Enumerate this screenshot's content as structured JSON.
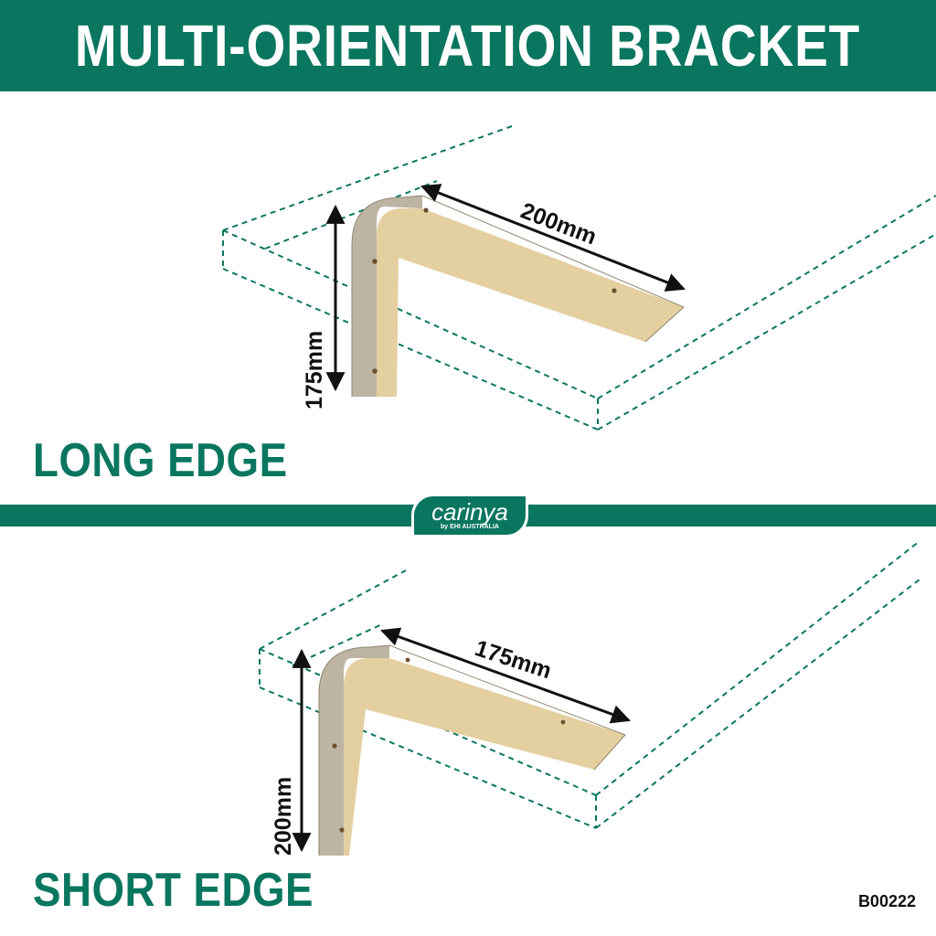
{
  "header": {
    "title": "MULTI-ORIENTATION BRACKET"
  },
  "sections": {
    "long": {
      "label": "LONG EDGE",
      "arm_length": "200mm",
      "upright_length": "175mm"
    },
    "short": {
      "label": "SHORT EDGE",
      "arm_length": "175mm",
      "upright_length": "200mm"
    }
  },
  "logo": {
    "brand": "carinya",
    "tagline": "by EHI AUSTRALIA"
  },
  "product_code": "B00222",
  "colors": {
    "brand_green": "#0a7660",
    "wood_face": "#e4cfa0",
    "wood_edge": "#bdb4a3"
  }
}
